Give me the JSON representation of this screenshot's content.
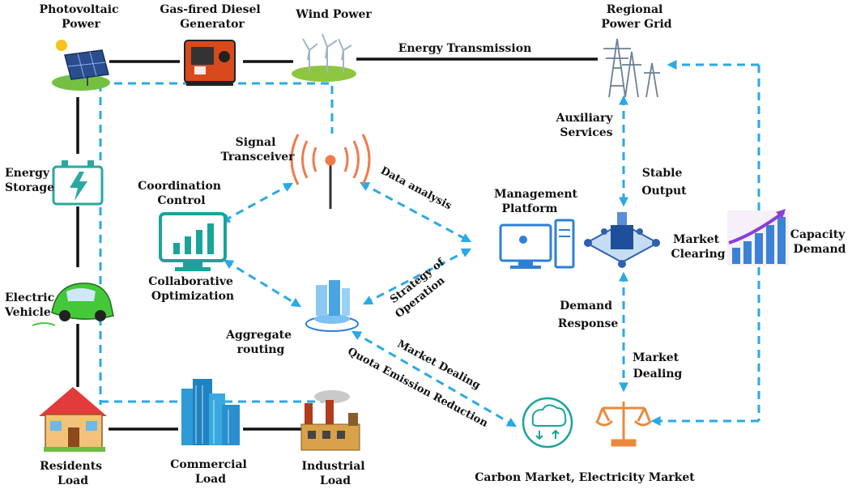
{
  "nodes": {
    "photovoltaic": [
      "Photovoltaic",
      "Power"
    ],
    "diesel": [
      "Gas-fired Diesel",
      "Generator"
    ],
    "wind": [
      "Wind Power"
    ],
    "grid": [
      "Regional",
      "Power Grid"
    ],
    "storage": [
      "Energy",
      "Storage"
    ],
    "ev": [
      "Electric",
      "Vehicle"
    ],
    "residents": [
      "Residents",
      "Load"
    ],
    "commercial": [
      "Commercial",
      "Load"
    ],
    "industrial": [
      "Industrial",
      "Load"
    ],
    "transceiver": [
      "Signal",
      "Transceiver"
    ],
    "coordination": [
      "Coordination",
      "Control"
    ],
    "collaborative": [
      "Collaborative",
      "Optimization"
    ],
    "aggregate": [
      "Aggregate",
      "routing"
    ],
    "management": [
      "Management",
      "Platform"
    ],
    "market_clearing": [
      "Market",
      "Clearing"
    ],
    "capacity": [
      "Capacity",
      "Demand"
    ],
    "carbon_market": [
      "Carbon Market, Electricity Market"
    ]
  },
  "edges": {
    "energy_transmission": "Energy Transmission",
    "auxiliary": [
      "Auxiliary",
      "Services"
    ],
    "stable_output": [
      "Stable",
      "Output"
    ],
    "data_analysis": "Data analysis",
    "strategy": [
      "Strategy of",
      "Operation"
    ],
    "demand_response": [
      "Demand",
      "Response"
    ],
    "market_dealing_right": [
      "Market",
      "Dealing"
    ],
    "market_dealing_diag": "Market Dealing",
    "quota": "Quota Emission Reduction"
  },
  "icons": {
    "pv": "solar-panel-icon",
    "diesel": "generator-icon",
    "wind": "wind-turbine-icon",
    "grid": "transmission-tower-icon",
    "storage": "battery-icon",
    "ev": "electric-car-icon",
    "residents": "house-icon",
    "commercial": "skyscraper-icon",
    "industrial": "factory-icon",
    "transceiver": "antenna-icon",
    "coordination": "monitor-chart-icon",
    "aggregate": "server-hub-icon",
    "management": "computer-icon",
    "platform_hub": "network-hub-icon",
    "capacity": "bar-growth-icon",
    "carbon": "co2-cloud-icon",
    "scale": "balance-scale-icon"
  },
  "colors": {
    "connection_solid": "#111111",
    "connection_dashed": "#29a9e6",
    "accent_teal": "#1aa39a",
    "accent_blue": "#2f7fd6"
  }
}
